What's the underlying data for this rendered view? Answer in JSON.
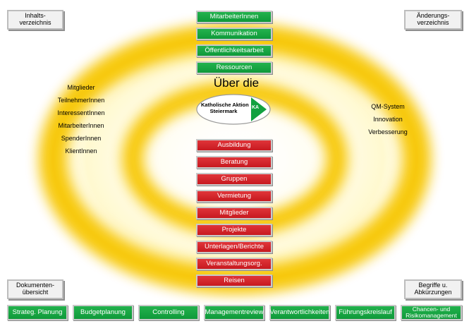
{
  "top_left_button": "Inhalts-\nverzeichnis",
  "top_right_button": "Änderungs-\nverzeichnis",
  "bottom_left_button": "Dokumenten-\nübersicht",
  "bottom_right_button": "Begriffe u.\nAbkürzungen",
  "center_top_buttons": [
    "MitarbeiterInnen",
    "Kommunikation",
    "Öffentlichkeitsarbeit",
    "Ressourcen"
  ],
  "title": "Über die",
  "logo": {
    "text": "Katholische Aktion\nSteiermark",
    "mark": "KA"
  },
  "center_bottom_buttons": [
    "Ausbildung",
    "Beratung",
    "Gruppen",
    "Vermietung",
    "Mitglieder",
    "Projekte",
    "Unterlagen/Berichte",
    "Veranstaltungsorg.",
    "Reisen"
  ],
  "left_list": [
    "Mitglieder",
    "TeilnehmerInnen",
    "InteressentInnen",
    "MitarbeiterInnen",
    "SpenderInnen",
    "KlientInnen"
  ],
  "right_list": [
    "QM-System",
    "Innovation",
    "Verbesserung"
  ],
  "footer_buttons": [
    "Strateg. Planung",
    "Budgetplanung",
    "Controlling",
    "Managementreview",
    "Verantwortlichkeiten",
    "Führungskreislauf",
    "Chancen- und\nRisikomanagement"
  ],
  "colors": {
    "green": "#12a13f",
    "red": "#d0232a",
    "ring": "#f7c600"
  }
}
